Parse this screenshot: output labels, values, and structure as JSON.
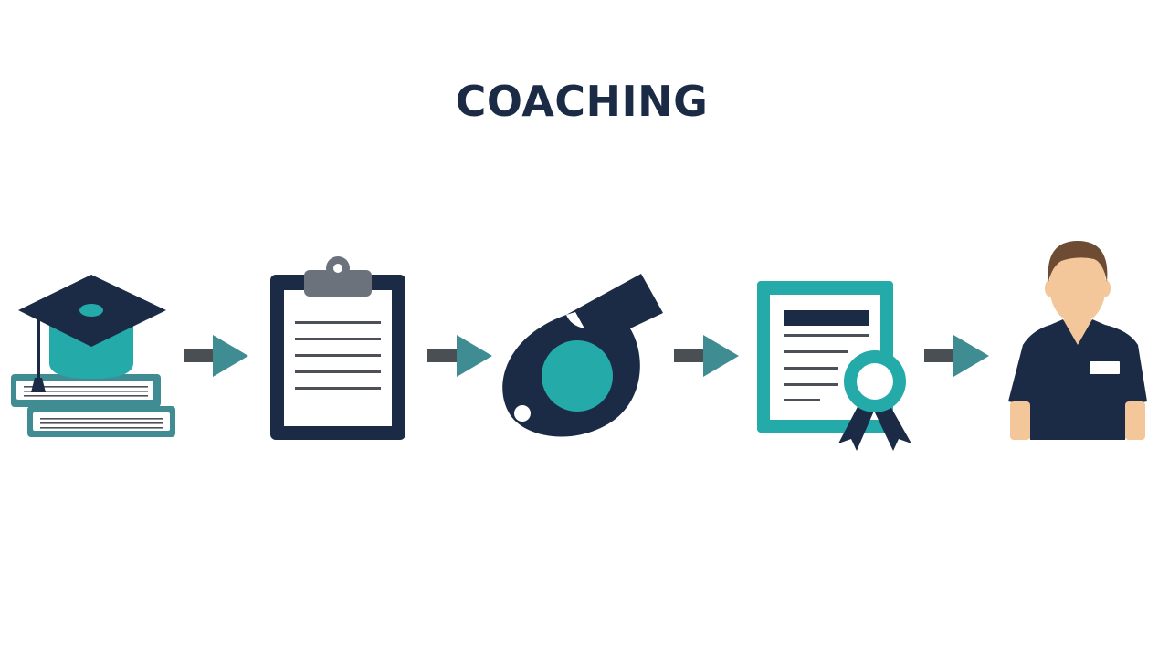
{
  "title": "COACHING",
  "colors": {
    "navy": "#1c2b45",
    "teal": "#23aaa9",
    "slate_teal": "#3f8d93",
    "arrow_shaft": "#4a4f54",
    "clip_gray": "#6b727b",
    "paper": "#ffffff",
    "line_gray": "#4d5157",
    "skin": "#f4c79a",
    "hair": "#6e4c34"
  },
  "steps": [
    {
      "id": "education",
      "icon": "graduation-books-icon"
    },
    {
      "id": "plan",
      "icon": "clipboard-icon"
    },
    {
      "id": "training",
      "icon": "whistle-icon"
    },
    {
      "id": "certification",
      "icon": "certificate-icon"
    },
    {
      "id": "coach",
      "icon": "coach-person-icon"
    }
  ],
  "connectors": [
    {
      "from": "education",
      "to": "plan",
      "icon": "right-arrow-icon"
    },
    {
      "from": "plan",
      "to": "training",
      "icon": "right-arrow-icon"
    },
    {
      "from": "training",
      "to": "certification",
      "icon": "right-arrow-icon"
    },
    {
      "from": "certification",
      "to": "coach",
      "icon": "right-arrow-icon"
    }
  ]
}
